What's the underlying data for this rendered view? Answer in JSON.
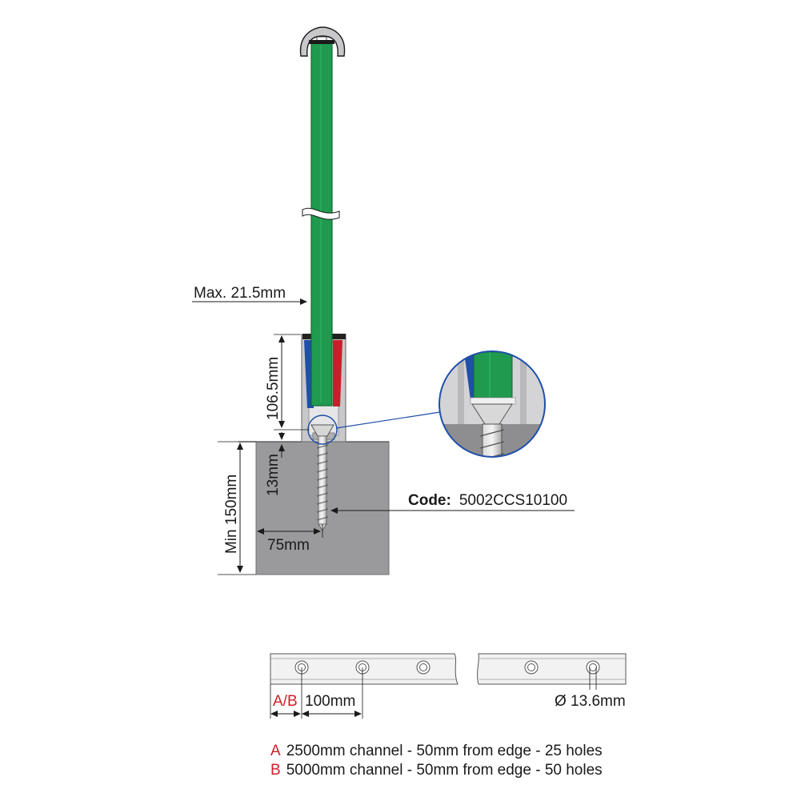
{
  "dimensions": {
    "max_thickness": "Max. 21.5mm",
    "channel_depth": "106.5mm",
    "screw_offset": "13mm",
    "min_concrete": "Min 150mm",
    "edge_distance": "75mm"
  },
  "product_code": {
    "label": "Code:",
    "value": "5002CCS10100"
  },
  "channel_strip": {
    "edge_label": "A/B",
    "spacing": "100mm",
    "hole_diameter": "Ø 13.6mm"
  },
  "legend": [
    {
      "key": "A",
      "text": "2500mm channel - 50mm from edge - 25 holes"
    },
    {
      "key": "B",
      "text": "5000mm channel - 50mm from edge - 50 holes"
    }
  ],
  "colors": {
    "glass": "#1f9a4e",
    "glass_dark": "#0f6b33",
    "concrete": "#9a9a9c",
    "channel": "#c8c8ca",
    "gasket_blue": "#1f4fa8",
    "gasket_red": "#c8202a",
    "accent_red": "#d0202a"
  }
}
